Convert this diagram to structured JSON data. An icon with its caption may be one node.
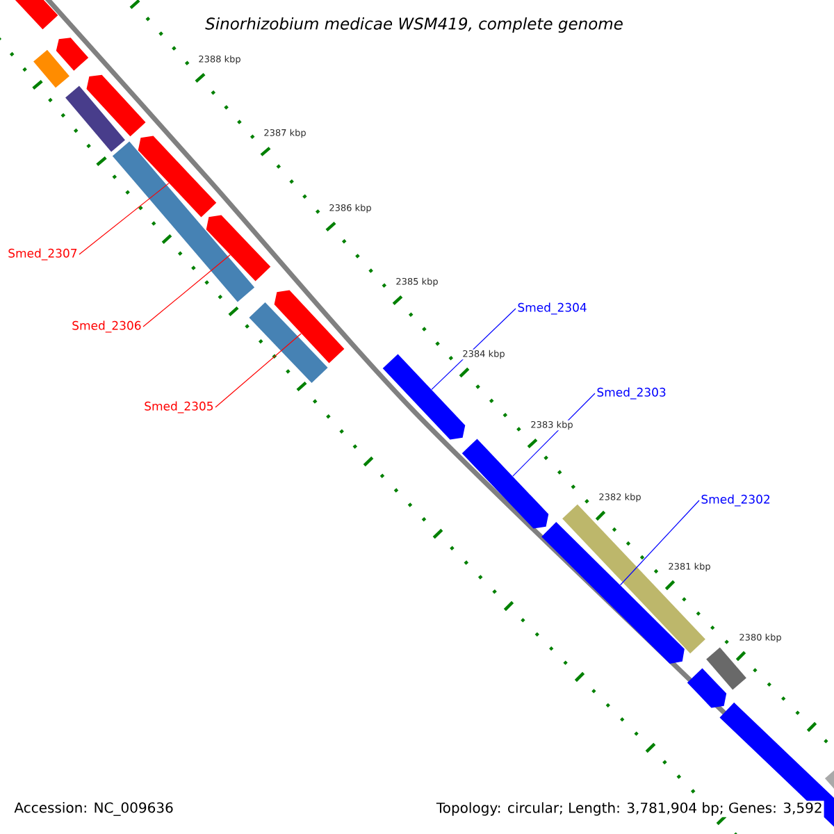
{
  "diagram": {
    "title": "Sinorhizobium medicae WSM419, complete genome",
    "nodes": [
      {
        "text": [],
        "shape": "arrow"
      },
      {
        "text": [],
        "shape": "arrow"
      },
      {
        "text": [],
        "shape": "bar"
      },
      {
        "text": [],
        "shape": "arrow"
      },
      {
        "text": [],
        "shape": "bar"
      },
      {
        "text": [],
        "shape": "arrow"
      },
      {
        "text": [],
        "shape": "bar"
      },
      {
        "text": [],
        "shape": "arrow"
      },
      {
        "text": [
          "Smed_2307"
        ]
      },
      {
        "text": [],
        "shape": "bar"
      },
      {
        "text": [],
        "shape": "arrow"
      },
      {
        "text": [
          "Smed_2306"
        ]
      },
      {
        "text": [
          "Smed_2304"
        ]
      },
      {
        "text": [],
        "shape": "arrow"
      },
      {
        "text": [
          "Smed_2303"
        ]
      },
      {
        "text": [
          "Smed_2305"
        ]
      },
      {
        "text": [],
        "shape": "arrow"
      },
      {
        "text": [
          "Smed_2302"
        ]
      },
      {
        "text": [],
        "shape": "bar"
      },
      {
        "text": [],
        "shape": "arrow"
      },
      {
        "text": [],
        "shape": "bar"
      },
      {
        "text": [],
        "shape": "arrow"
      },
      {
        "text": [],
        "shape": "arrow"
      },
      {
        "text": [],
        "shape": "bar"
      }
    ],
    "edges": [
      {
        "from": 8,
        "to": 5,
        "arrow": "none",
        "color": "#ff0000"
      },
      {
        "from": 11,
        "to": 7,
        "arrow": "none",
        "color": "#ff0000"
      },
      {
        "from": 15,
        "to": 10,
        "arrow": "none",
        "color": "#ff0000"
      },
      {
        "from": 12,
        "to": 13,
        "arrow": "none",
        "color": "#0000ff"
      },
      {
        "from": 14,
        "to": 16,
        "arrow": "none",
        "color": "#0000ff"
      },
      {
        "from": 17,
        "to": 19,
        "arrow": "none",
        "color": "#0000ff"
      }
    ],
    "labels": [
      "2388 kbp",
      "2387 kbp",
      "2386 kbp",
      "2385 kbp",
      "2384 kbp",
      "2383 kbp",
      "2382 kbp",
      "2381 kbp",
      "2380 kbp",
      "Accession: NC_009636",
      "Topology: circular; Length: 3,781,904 bp; Genes: 3,592"
    ]
  }
}
